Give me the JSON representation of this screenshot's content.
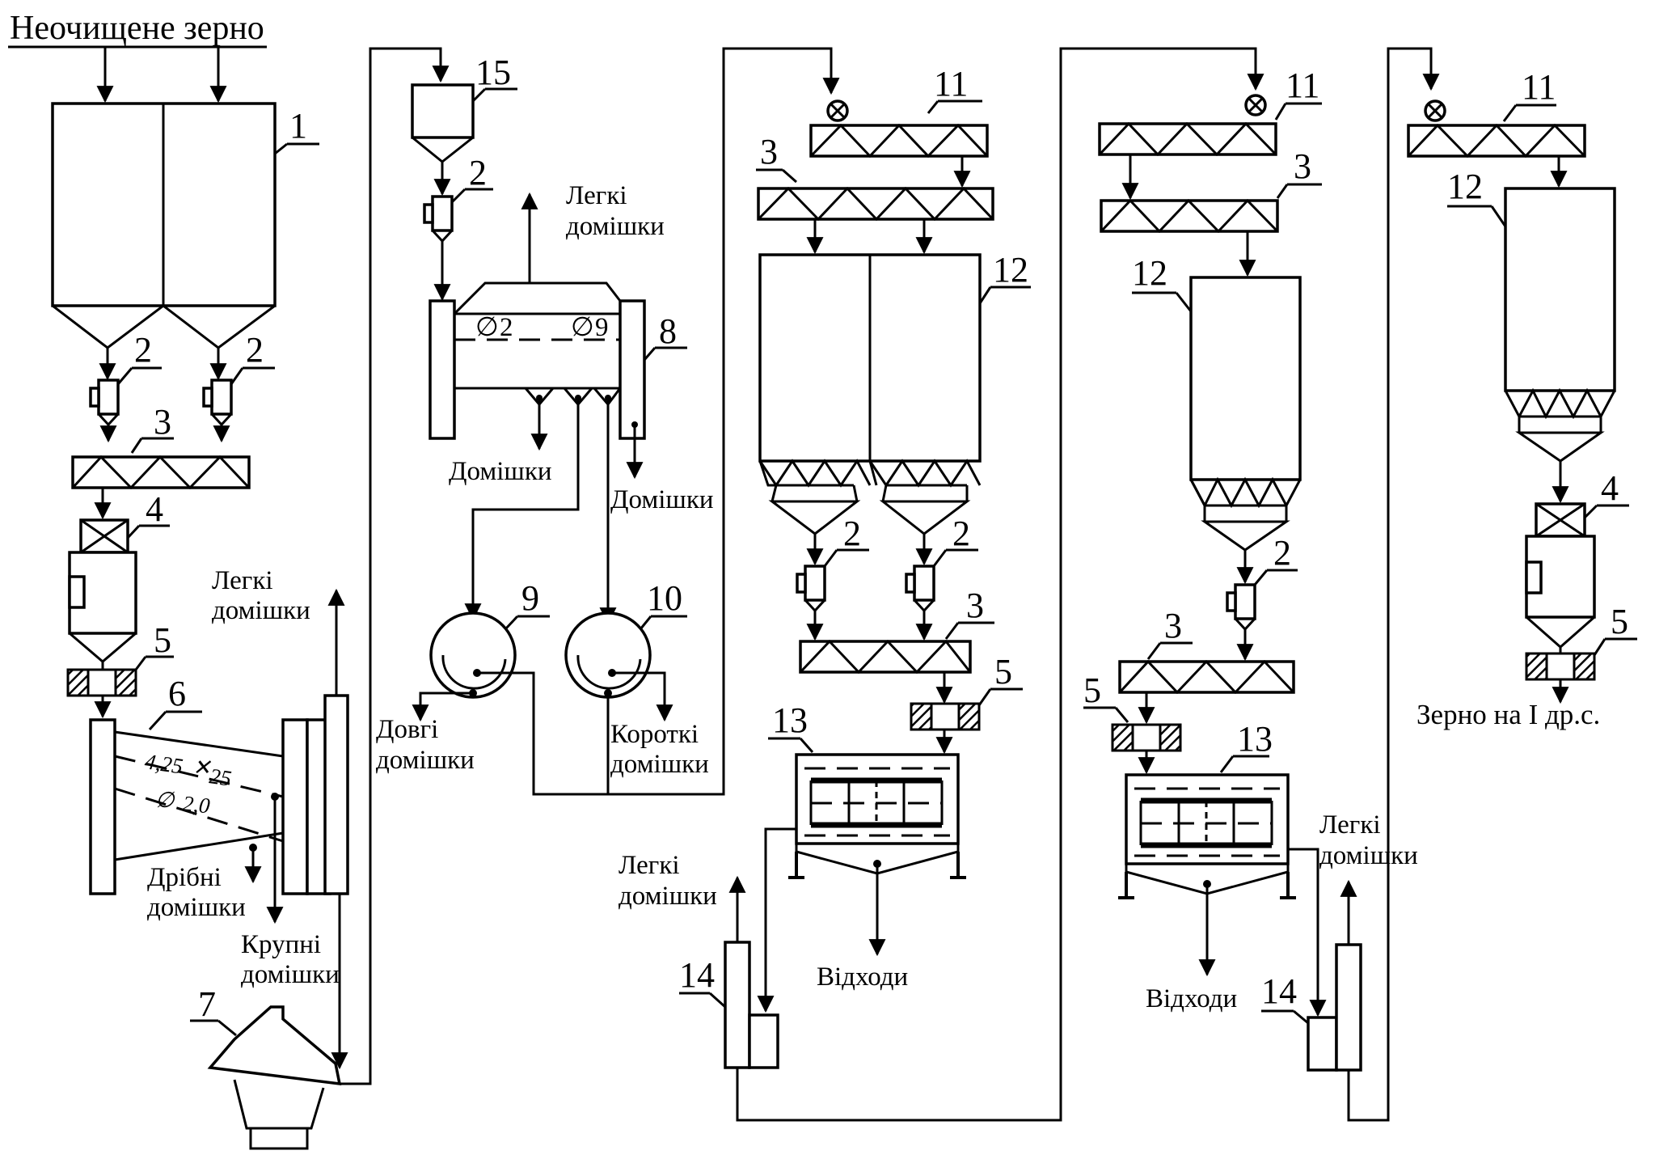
{
  "labels": {
    "title": "Неочищене зерно",
    "output": "Зерно на І др.с.",
    "light1": "Легкі",
    "light2": "домішки",
    "imp": "Домішки",
    "long1": "Довгі",
    "long2": "домішки",
    "short1": "Короткі",
    "short2": "домішки",
    "fine1": "Дрібні",
    "fine2": "домішки",
    "coarse1": "Крупні",
    "coarse2": "домішки",
    "waste": "Відходи",
    "sieve_a": "4,25",
    "sieve_a2": "25",
    "sieve_b": "2,0",
    "sieve_c": "2",
    "sieve_d": "9"
  },
  "numbers": {
    "n1": "1",
    "n2": "2",
    "n3": "3",
    "n4": "4",
    "n5": "5",
    "n6": "6",
    "n7": "7",
    "n8": "8",
    "n9": "9",
    "n10": "10",
    "n11": "11",
    "n12": "12",
    "n13": "13",
    "n14": "14",
    "n15": "15"
  }
}
